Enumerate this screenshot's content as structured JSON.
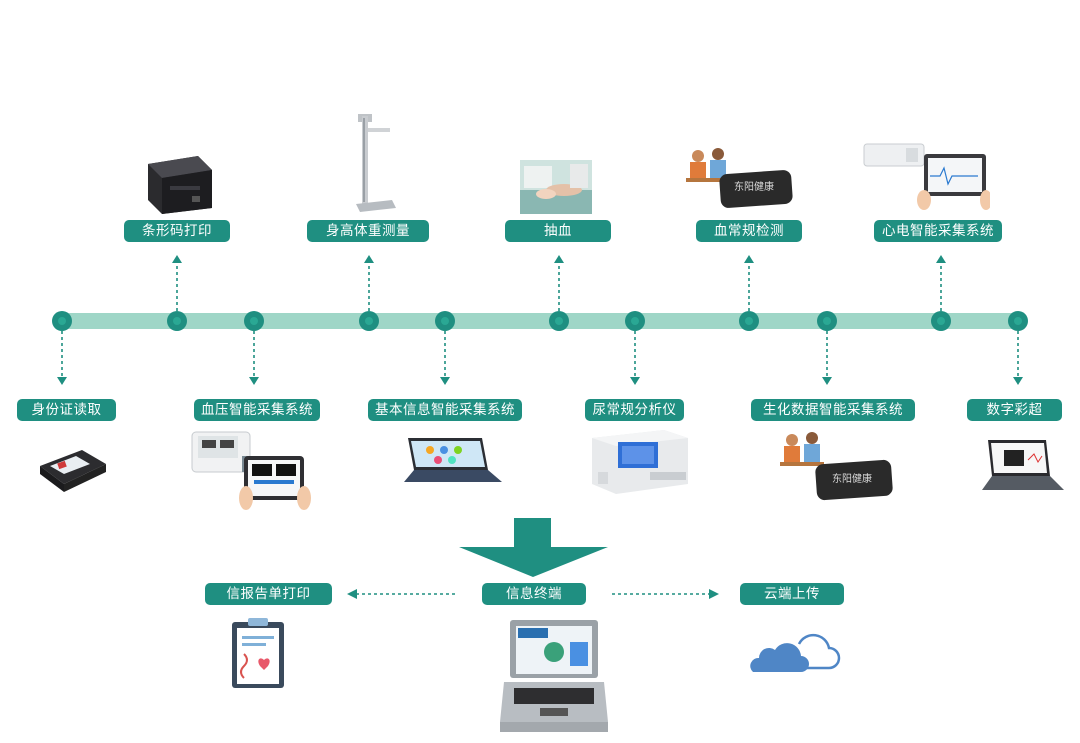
{
  "top_steps": [
    {
      "label": "条形码打印",
      "icon": "barcode-printer-icon"
    },
    {
      "label": "身高体重测量",
      "icon": "height-weight-scale-icon"
    },
    {
      "label": "抽血",
      "icon": "blood-draw-photo-icon"
    },
    {
      "label": "血常规检测",
      "icon": "blood-analyzer-icon"
    },
    {
      "label": "心电智能采集系统",
      "icon": "ecg-device-icon"
    }
  ],
  "bottom_steps": [
    {
      "label": "身份证读取",
      "icon": "id-card-reader-icon"
    },
    {
      "label": "血压智能采集系统",
      "icon": "blood-pressure-monitor-icon"
    },
    {
      "label": "基本信息智能采集系统",
      "icon": "tablet-icon"
    },
    {
      "label": "尿常规分析仪",
      "icon": "urine-analyzer-icon"
    },
    {
      "label": "生化数据智能采集系统",
      "icon": "biochem-analyzer-icon"
    },
    {
      "label": "数字彩超",
      "icon": "ultrasound-laptop-icon"
    }
  ],
  "device_text": {
    "brand": "东阳健康"
  },
  "outputs": {
    "left": {
      "label": "信报告单打印",
      "icon": "report-document-icon"
    },
    "center": {
      "label": "信息终端",
      "icon": "info-terminal-icon"
    },
    "right": {
      "label": "云端上传",
      "icon": "cloud-icon"
    }
  },
  "colors": {
    "accent": "#1f8f81",
    "track": "#9fd6c7",
    "cloud": "#4f86c6"
  }
}
